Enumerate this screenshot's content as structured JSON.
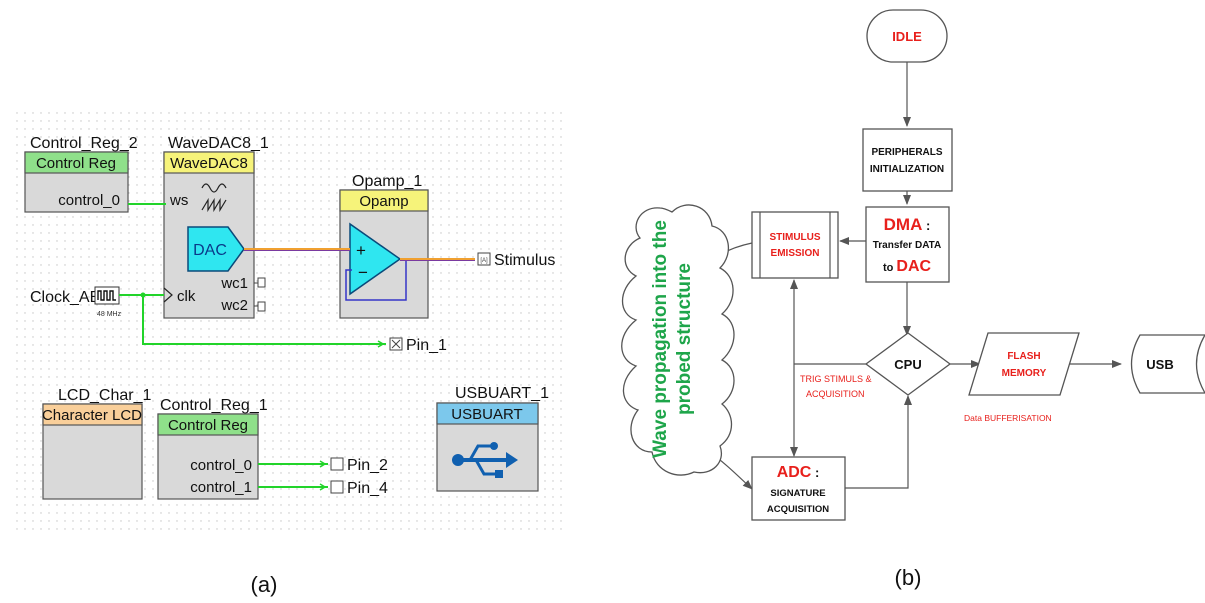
{
  "panel_a": {
    "caption": "(a)",
    "control_reg_2": {
      "instance": "Control_Reg_2",
      "header": "Control Reg",
      "port": "control_0"
    },
    "wavedac": {
      "instance": "WaveDAC8_1",
      "header": "WaveDAC8",
      "port_ws": "ws",
      "port_clk": "clk",
      "dac": "DAC",
      "port_wc1": "wc1",
      "port_wc2": "wc2"
    },
    "opamp": {
      "instance": "Opamp_1",
      "header": "Opamp",
      "plus": "+",
      "minus": "−"
    },
    "stimulus_pin": "Stimulus",
    "clock": {
      "name": "Clock_AB",
      "freq": "48 MHz"
    },
    "pin_1": "Pin_1",
    "lcd": {
      "instance": "LCD_Char_1",
      "header": "Character LCD"
    },
    "control_reg_1": {
      "instance": "Control_Reg_1",
      "header": "Control Reg",
      "port0": "control_0",
      "port1": "control_1"
    },
    "pin_2": "Pin_2",
    "pin_4": "Pin_4",
    "usbuart": {
      "instance": "USBUART_1",
      "header": "USBUART"
    }
  },
  "panel_b": {
    "caption": "(b)",
    "idle": "IDLE",
    "peripherals": [
      "PERIPHERALS",
      "INITIALIZATION"
    ],
    "dma": {
      "title": "DMA",
      "colon": " :",
      "line2": "Transfer DATA",
      "line3_prefix": "to ",
      "line3_accent": "DAC"
    },
    "stimulus": [
      "STIMULUS",
      "EMISSION"
    ],
    "cpu": "CPU",
    "flash": [
      "FLASH",
      "MEMORY"
    ],
    "usb": "USB",
    "adc": {
      "title": "ADC",
      "colon": " :",
      "line2": "SIGNATURE",
      "line3": "ACQUISITION"
    },
    "trig": [
      "TRIG STIMULS &",
      "ACQUISITION"
    ],
    "buffer_note": "Data BUFFERISATION",
    "wave": [
      "Wave propagation into the",
      "probed structure"
    ]
  },
  "colors": {
    "accent_red": "#e8201c",
    "wave_green": "#1ea54a",
    "wire_green": "#22d42a",
    "ctrl_header": "#8fe08a",
    "dac_header": "#f6f37a",
    "dac_cyan": "#2fe6f0",
    "lcd_header": "#f9cf9a",
    "usb_header": "#7cc8ec"
  }
}
